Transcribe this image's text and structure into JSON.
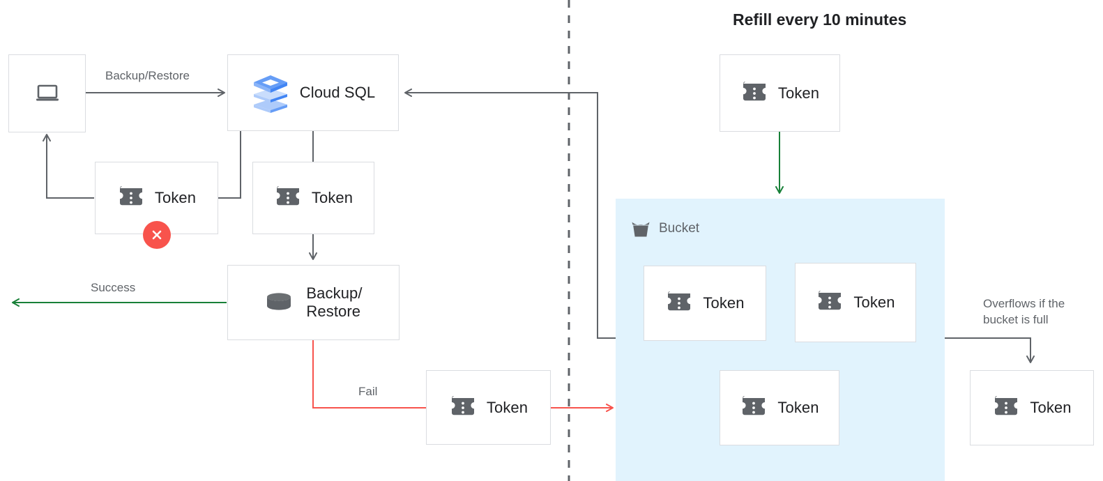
{
  "diagram": {
    "title_text": "Refill every 10 minutes",
    "colors": {
      "box_border": "#dadce0",
      "text_primary": "#202124",
      "text_secondary": "#5f6368",
      "arrow_default": "#5f6368",
      "arrow_success": "#188038",
      "arrow_fail": "#F8534C",
      "bucket_fill": "#E1F3FD",
      "error_badge": "#F8534C",
      "cloudsql_blue": "#4285F4",
      "icon_grey": "#5f6368"
    },
    "headline": {
      "label": "Refill every 10 minutes"
    },
    "nodes": {
      "client": {
        "label": "",
        "icon": "laptop-icon"
      },
      "cloud_sql": {
        "label": "Cloud SQL",
        "icon": "cloud-sql-logo"
      },
      "token_client": {
        "label": "Token",
        "icon": "token-icon",
        "badge": "error-x-icon"
      },
      "token_sql": {
        "label": "Token",
        "icon": "token-icon"
      },
      "backup_restore": {
        "label": "Backup/\nRestore",
        "icon": "database-cylinder-icon"
      },
      "token_fail": {
        "label": "Token",
        "icon": "token-icon"
      },
      "token_refill": {
        "label": "Token",
        "icon": "token-icon"
      },
      "token_bucket_1": {
        "label": "Token",
        "icon": "token-icon"
      },
      "token_bucket_2": {
        "label": "Token",
        "icon": "token-icon"
      },
      "token_bucket_3": {
        "label": "Token",
        "icon": "token-icon"
      },
      "token_overflow": {
        "label": "Token",
        "icon": "token-icon"
      }
    },
    "bucket": {
      "title": "Bucket",
      "icon": "bucket-icon"
    },
    "edge_labels": {
      "backup_restore": "Backup/Restore",
      "success": "Success",
      "fail": "Fail",
      "overflow": "Overflows if the\nbucket is full"
    }
  }
}
